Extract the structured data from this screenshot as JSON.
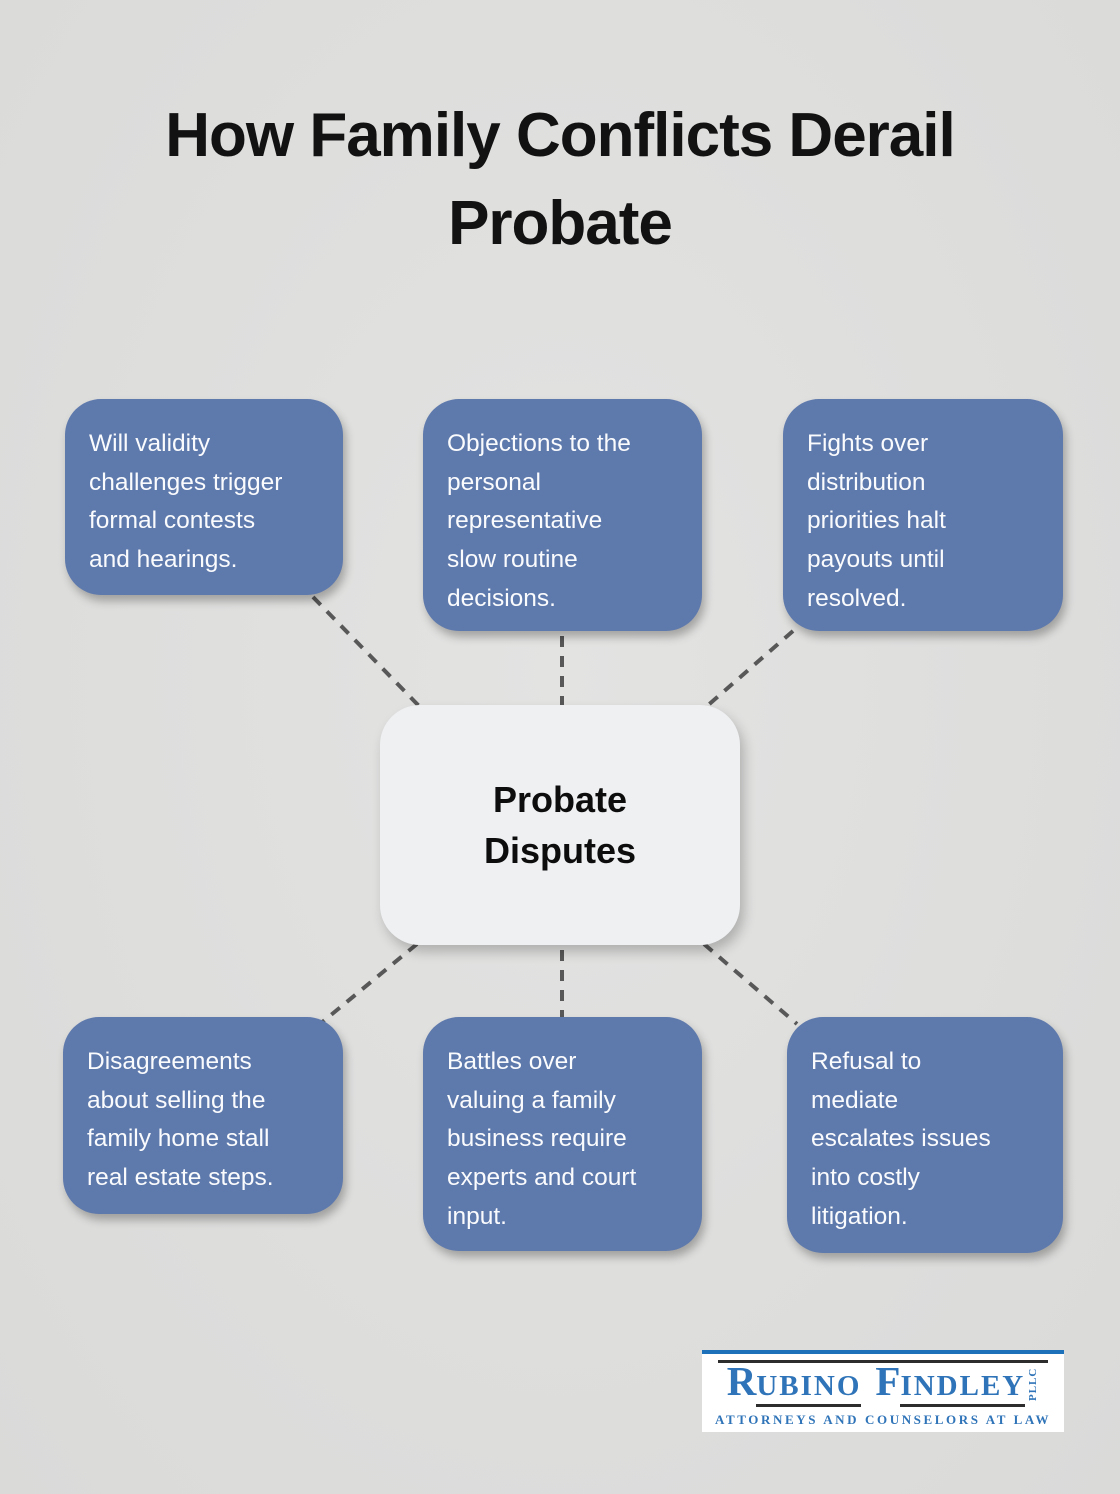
{
  "title": "How Family Conflicts Derail\nProbate",
  "center": {
    "label": "Probate\nDisputes"
  },
  "nodes": [
    {
      "text": "Will validity\nchallenges trigger\nformal contests\nand hearings."
    },
    {
      "text": "Objections to the\npersonal\nrepresentative\nslow routine\ndecisions."
    },
    {
      "text": "Fights over\ndistribution\npriorities halt\npayouts until\nresolved."
    },
    {
      "text": "Disagreements\nabout selling the\nfamily home stall\nreal estate steps."
    },
    {
      "text": "Battles over\nvaluing a family\nbusiness require\nexperts and court\ninput."
    },
    {
      "text": "Refusal to\nmediate\nescalates issues\ninto costly\nlitigation."
    }
  ],
  "logo": {
    "name_part1_initial": "R",
    "name_part1_rest": "UBINO",
    "name_part2_initial": "F",
    "name_part2_rest": "INDLEY",
    "suffix": "PLLC",
    "tagline": "ATTORNEYS AND COUNSELORS AT LAW"
  },
  "colors": {
    "background": "#dedddc",
    "node_fill": "#5e79ac",
    "node_text": "#fafbfd",
    "center_fill": "#eff0f2",
    "connector": "#585858",
    "title_text": "#121212",
    "logo_blue": "#2f74b8",
    "logo_rule": "#2d2d2d"
  }
}
